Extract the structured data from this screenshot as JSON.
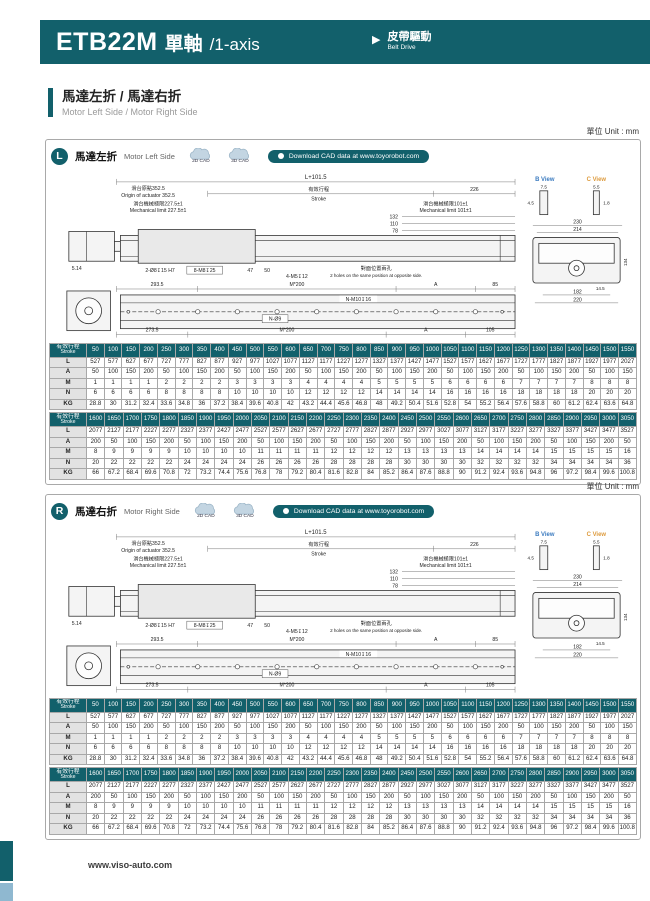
{
  "header": {
    "model": "ETB22M",
    "axis_cn": "單軸",
    "axis_en": "/1-axis",
    "drive_cn": "皮帶驅動",
    "drive_en": "Belt Drive"
  },
  "section": {
    "title": "馬達左折 / 馬達右折",
    "subtitle": "Motor Left Side / Motor Right Side"
  },
  "unit_label": "單位 Unit : mm",
  "cad": {
    "c2d": "2D CAD",
    "c3d": "3D CAD",
    "download": "Download CAD data at www.toyorobot.com"
  },
  "panels": {
    "left": {
      "badge": "L",
      "title_cn": "馬達左折",
      "title_en": "Motor Left Side"
    },
    "right": {
      "badge": "R",
      "title_cn": "馬達右折",
      "title_en": "Motor Right Side"
    }
  },
  "drawing": {
    "dim_total": "L+101.5",
    "origin_cn": "滑台原點352.5",
    "origin_en": "Origin of actuator 352.5",
    "stroke_cn": "有效行程",
    "stroke_en": "Stroke",
    "dim_226": "226",
    "mech_left_cn": "滑台機械極限227.5±1",
    "mech_left_en": "Mechanical limit 227.5±1",
    "mech_right_cn": "滑台機械極限101±1",
    "mech_right_en": "Mechanical limit 101±1",
    "dim_132": "132",
    "dim_110": "110",
    "dim_78": "78",
    "dim_514": "5.14",
    "holes_dowel": "2-Ø8↧15 H7",
    "holes_m8": "8-M8↧25",
    "dim_47": "47",
    "dim_50": "50",
    "holes_m5": "4-M5↧12",
    "opp_cn": "對面位置兩孔",
    "opp_en": "2 holes on the same position at opposite side.",
    "dim_2935": "293.5",
    "m200": "M*200",
    "a_label": "A",
    "dim_85": "85",
    "holes_m10": "N-M10↧16",
    "holes_o9": "N-Ø9",
    "dim_2735": "273.5",
    "dim_105": "105",
    "b_view": "B View",
    "c_view": "C View",
    "b_75": "7.5",
    "b_45": "4.5",
    "c_55": "5.5",
    "c_18": "1.8",
    "dim_230": "230",
    "dim_214": "214",
    "dim_182": "182",
    "dim_220": "220",
    "dim_134": "134",
    "dim_145": "14.5"
  },
  "spec_tables": {
    "header": {
      "cn": "有效行程",
      "en": "Stroke"
    },
    "row_labels": [
      "L",
      "A",
      "M",
      "N",
      "KG"
    ],
    "table1": {
      "strokes": [
        50,
        100,
        150,
        200,
        250,
        300,
        350,
        400,
        450,
        500,
        550,
        600,
        650,
        700,
        750,
        800,
        850,
        900,
        950,
        1000,
        1050,
        1100,
        1150,
        1200,
        1250,
        1300,
        1350,
        1400,
        1450,
        1500,
        1550
      ],
      "rows": {
        "L": [
          527,
          577,
          627,
          677,
          727,
          777,
          827,
          877,
          927,
          977,
          1027,
          1077,
          1127,
          1177,
          1227,
          1277,
          1327,
          1377,
          1427,
          1477,
          1527,
          1577,
          1627,
          1677,
          1727,
          1777,
          1827,
          1877,
          1927,
          1977,
          2027
        ],
        "A": [
          50,
          100,
          150,
          200,
          50,
          100,
          150,
          200,
          50,
          100,
          150,
          200,
          50,
          100,
          150,
          200,
          50,
          100,
          150,
          200,
          50,
          100,
          150,
          200,
          50,
          100,
          150,
          200,
          50,
          100,
          150
        ],
        "M": [
          1,
          1,
          1,
          1,
          2,
          2,
          2,
          2,
          3,
          3,
          3,
          3,
          4,
          4,
          4,
          4,
          5,
          5,
          5,
          5,
          6,
          6,
          6,
          6,
          7,
          7,
          7,
          7,
          8,
          8,
          8
        ],
        "N": [
          6,
          6,
          6,
          6,
          8,
          8,
          8,
          8,
          10,
          10,
          10,
          10,
          12,
          12,
          12,
          12,
          14,
          14,
          14,
          14,
          16,
          16,
          16,
          16,
          18,
          18,
          18,
          18,
          20,
          20,
          20
        ],
        "KG": [
          28.8,
          30,
          31.2,
          32.4,
          33.6,
          34.8,
          36,
          37.2,
          38.4,
          39.6,
          40.8,
          42,
          43.2,
          44.4,
          45.6,
          46.8,
          48,
          49.2,
          50.4,
          51.6,
          52.8,
          54,
          55.2,
          56.4,
          57.6,
          58.8,
          60,
          61.2,
          62.4,
          63.6,
          64.8
        ]
      }
    },
    "table2": {
      "strokes": [
        1600,
        1650,
        1700,
        1750,
        1800,
        1850,
        1900,
        1950,
        2000,
        2050,
        2100,
        2150,
        2200,
        2250,
        2300,
        2350,
        2400,
        2450,
        2500,
        2550,
        2600,
        2650,
        2700,
        2750,
        2800,
        2850,
        2900,
        2950,
        3000,
        3050
      ],
      "rows": {
        "L": [
          2077,
          2127,
          2177,
          2227,
          2277,
          2327,
          2377,
          2427,
          2477,
          2527,
          2577,
          2627,
          2677,
          2727,
          2777,
          2827,
          2877,
          2927,
          2977,
          3027,
          3077,
          3127,
          3177,
          3227,
          3277,
          3327,
          3377,
          3427,
          3477,
          3527
        ],
        "A": [
          200,
          50,
          100,
          150,
          200,
          50,
          100,
          150,
          200,
          50,
          100,
          150,
          200,
          50,
          100,
          150,
          200,
          50,
          100,
          150,
          200,
          50,
          100,
          150,
          200,
          50,
          100,
          150,
          200,
          50
        ],
        "M": [
          8,
          9,
          9,
          9,
          9,
          10,
          10,
          10,
          10,
          11,
          11,
          11,
          11,
          12,
          12,
          12,
          12,
          13,
          13,
          13,
          13,
          14,
          14,
          14,
          14,
          15,
          15,
          15,
          15,
          16
        ],
        "N": [
          20,
          22,
          22,
          22,
          22,
          24,
          24,
          24,
          24,
          26,
          26,
          26,
          26,
          28,
          28,
          28,
          28,
          30,
          30,
          30,
          30,
          32,
          32,
          32,
          32,
          34,
          34,
          34,
          34,
          36
        ],
        "KG": [
          66,
          67.2,
          68.4,
          69.6,
          70.8,
          72,
          73.2,
          74.4,
          75.6,
          76.8,
          78,
          79.2,
          80.4,
          81.6,
          82.8,
          84,
          85.2,
          86.4,
          87.6,
          88.8,
          90,
          91.2,
          92.4,
          93.6,
          94.8,
          96,
          97.2,
          98.4,
          99.6,
          100.8
        ]
      }
    }
  },
  "footer": {
    "url": "www.viso-auto.com"
  }
}
